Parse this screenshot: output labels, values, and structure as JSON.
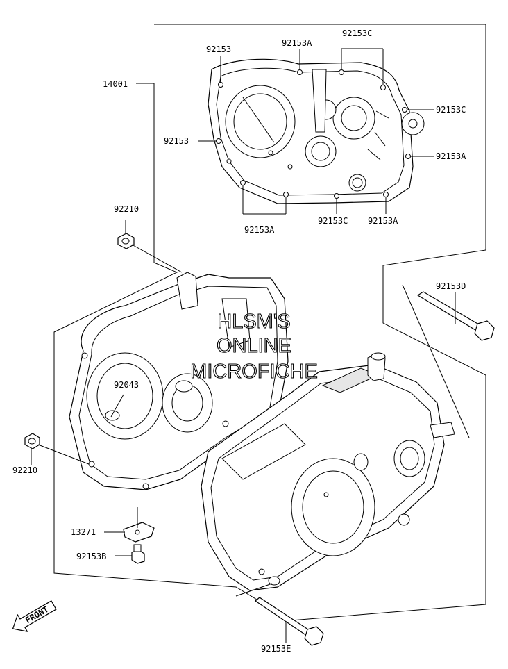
{
  "watermark": {
    "line1": "HLSM'S",
    "line2": "ONLINE",
    "line3": "MICROFICHE"
  },
  "labels": {
    "p14001": "14001",
    "p92153_top": "92153",
    "p92153A_top": "92153A",
    "p92153C_top": "92153C",
    "p92153C_right": "92153C",
    "p92153_left": "92153",
    "p92153A_right": "92153A",
    "p92153A_bottom_left": "92153A",
    "p92153C_bottom": "92153C",
    "p92153A_bottom_right": "92153A",
    "p92210_upper": "92210",
    "p92153D": "92153D",
    "p92043": "92043",
    "p92210_lower": "92210",
    "p13271": "13271",
    "p92153B": "92153B",
    "p92153E": "92153E"
  },
  "front_arrow": {
    "text": "FRONT"
  }
}
